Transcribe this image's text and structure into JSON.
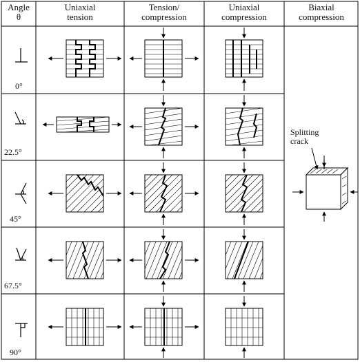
{
  "headers": {
    "angle": "Angle",
    "theta": "θ",
    "col1_l1": "Uniaxial",
    "col1_l2": "tension",
    "col2_l1": "Tension/",
    "col2_l2": "compression",
    "col3_l1": "Uniaxial",
    "col3_l2": "compression",
    "col4_l1": "Biaxial",
    "col4_l2": "compression"
  },
  "angles": [
    "0°",
    "22.5°",
    "45°",
    "67.5°",
    "90°"
  ],
  "biaxial": {
    "label_l1": "Splitting",
    "label_l2": "crack"
  }
}
